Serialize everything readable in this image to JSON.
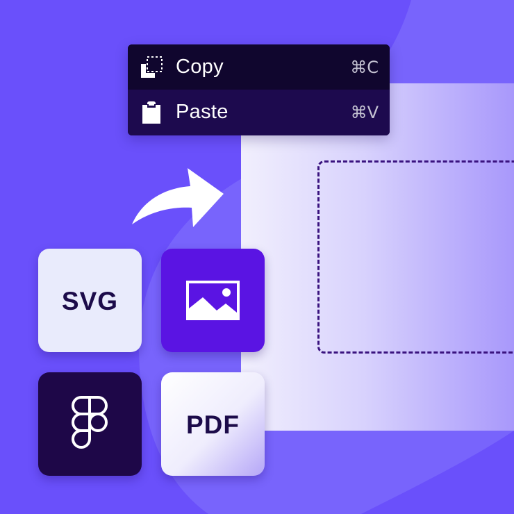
{
  "colors": {
    "background": "#6a50fb",
    "menu_bg": "#10062e",
    "menu_highlight": "#1d0a4e",
    "accent": "#5a14e3",
    "dashed_border": "#3a137f",
    "dark_tile": "#1e0748"
  },
  "context_menu": {
    "items": [
      {
        "label": "Copy",
        "shortcut": "⌘C",
        "icon": "copy-icon"
      },
      {
        "label": "Paste",
        "shortcut": "⌘V",
        "icon": "clipboard-icon"
      }
    ]
  },
  "file_types": [
    {
      "label": "SVG"
    },
    {
      "icon": "image-icon"
    },
    {
      "icon": "figma-logo-icon"
    },
    {
      "label": "PDF"
    }
  ],
  "decorations": {
    "arrow": "curved-arrow-icon"
  }
}
